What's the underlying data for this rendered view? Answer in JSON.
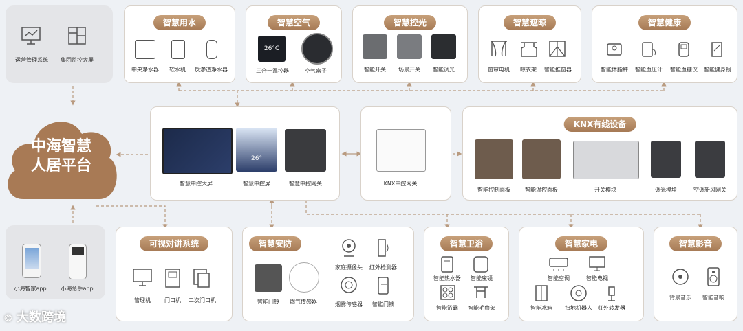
{
  "platform": {
    "line1": "中海智慧",
    "line2": "人居平台"
  },
  "ops": {
    "items": [
      "运营管理系统",
      "集团监控大屏"
    ]
  },
  "apps": {
    "items": [
      "小海智家app",
      "小海急手app"
    ]
  },
  "watermark": "大数跨境",
  "water": {
    "title": "智慧用水",
    "items": [
      "中央净水器",
      "软水机",
      "反渗透净水器"
    ]
  },
  "air": {
    "title": "智慧空气",
    "items": [
      "三合一温控器",
      "空气盒子"
    ],
    "screen": "26°C"
  },
  "light": {
    "title": "智慧控光",
    "items": [
      "智能开关",
      "场景开关",
      "智能调光"
    ]
  },
  "shade": {
    "title": "智慧遮晾",
    "items": [
      "窗帘电机",
      "晾衣架",
      "智能推窗器"
    ]
  },
  "health": {
    "title": "智慧健康",
    "items": [
      "智能体脂秤",
      "智能血压计",
      "智能血糖仪",
      "智能健身镜"
    ]
  },
  "center": {
    "items": [
      "智慧中控大屏",
      "智慧中控屏",
      "智慧中控网关"
    ],
    "screen_temp": "26°"
  },
  "knx_gw": {
    "label": "KNX中控网关"
  },
  "knx": {
    "title": "KNX有线设备",
    "items": [
      "智能控制面板",
      "智能温控面板",
      "开关模块",
      "调光模块",
      "空调新风网关"
    ]
  },
  "intercom": {
    "title": "可视对讲系统",
    "items": [
      "管理机",
      "门口机",
      "二次门口机"
    ]
  },
  "security": {
    "title": "智慧安防",
    "items": [
      "智能门铃",
      "燃气传感器",
      "家庭摄像头",
      "红外检测器",
      "烟雾传感器",
      "智能门锁"
    ]
  },
  "bath": {
    "title": "智慧卫浴",
    "items": [
      "智能热水器",
      "智能魔镜",
      "智能浴霸",
      "智能毛巾架"
    ]
  },
  "appliance": {
    "title": "智慧家电",
    "items": [
      "智能空调",
      "智能电视",
      "智能冰箱",
      "扫地机器人",
      "红外转发器"
    ]
  },
  "av": {
    "title": "智慧影音",
    "items": [
      "背景音乐",
      "智能音响"
    ]
  },
  "colors": {
    "accent": "#b08660",
    "cloud": "#a87a55",
    "border": "#d9d2ca",
    "arrow": "#b99b80"
  }
}
